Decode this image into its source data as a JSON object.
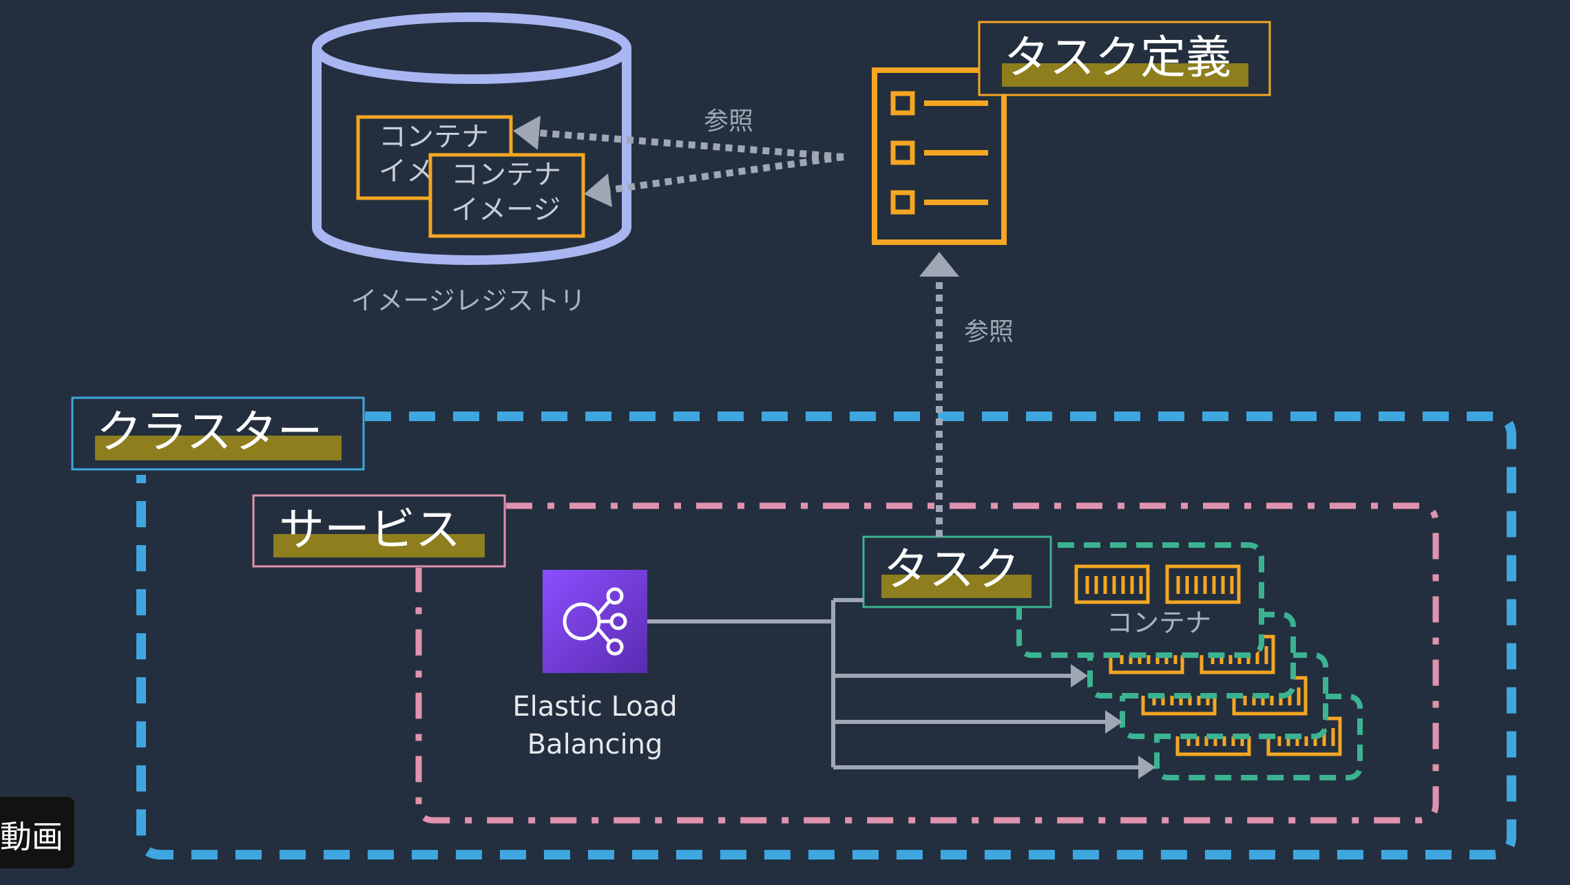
{
  "diagram": {
    "registry": {
      "label": "イメージレジストリ",
      "image_back": {
        "line1": "コンテナ",
        "line2": "イメ"
      },
      "image_front": {
        "line1": "コンテナ",
        "line2": "イメージ"
      }
    },
    "task_definition": {
      "title": "タスク定義"
    },
    "reference_label_top": "参照",
    "reference_label_side": "参照",
    "cluster": {
      "title": "クラスター"
    },
    "service": {
      "title": "サービス"
    },
    "task": {
      "title": "タスク",
      "container_label": "コンテナ"
    },
    "load_balancer": {
      "line1": "Elastic Load",
      "line2": "Balancing"
    },
    "overlay_badge": "動画",
    "colors": {
      "background": "#232f3e",
      "orange": "#f5a623",
      "registry": "#aab6f2",
      "cluster": "#3fa7e0",
      "service": "#e093ae",
      "task": "#3bb391",
      "highlight": "#8e7e1e",
      "arrow": "#9ea7b3",
      "elb_top": "#8c4fff",
      "elb_bottom": "#5a2bb0"
    }
  }
}
